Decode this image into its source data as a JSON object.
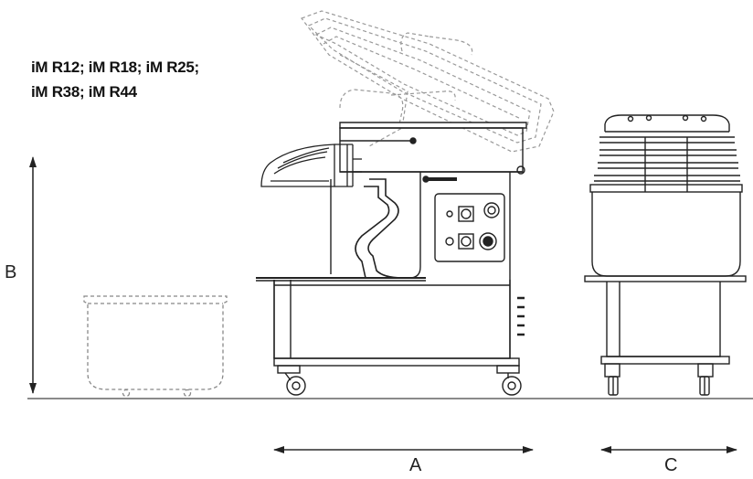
{
  "title": {
    "line1": "iM R12; iM R18; iM R25;",
    "line2": "iM R38; iM R44"
  },
  "dimensions": {
    "height_label": "B",
    "length_label": "A",
    "width_label": "C"
  },
  "colors": {
    "line": "#222222",
    "dashed": "#888888",
    "background": "#ffffff"
  }
}
